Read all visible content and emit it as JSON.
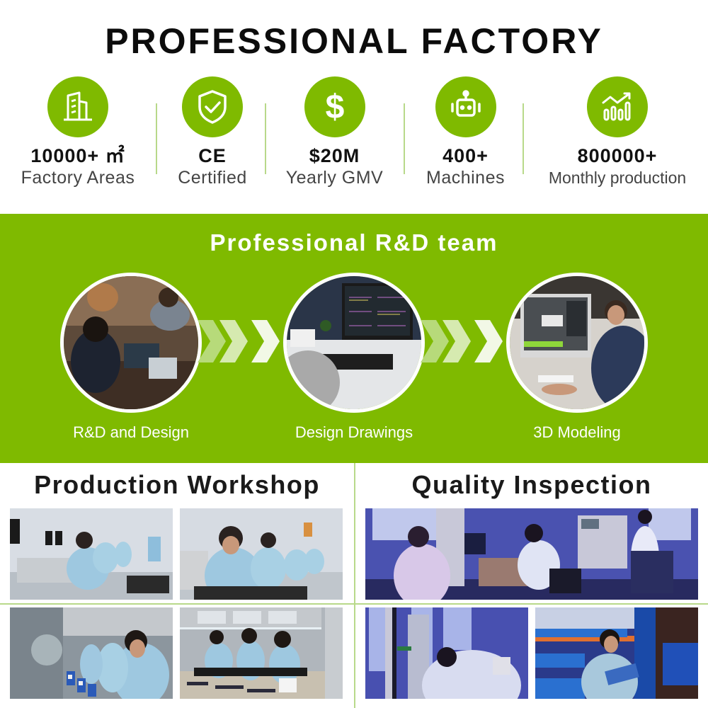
{
  "header": {
    "title": "PROFESSIONAL FACTORY"
  },
  "colors": {
    "accent": "#7fba00",
    "divider": "#b8d98a",
    "text": "#111111",
    "subtext": "#444444"
  },
  "stats": [
    {
      "icon": "building-icon",
      "value": "10000+ ㎡",
      "label": "Factory Areas"
    },
    {
      "icon": "shield-check-icon",
      "value": "CE",
      "label": "Certified"
    },
    {
      "icon": "dollar-icon",
      "value": "$20M",
      "label": "Yearly GMV"
    },
    {
      "icon": "robot-icon",
      "value": "400+",
      "label": "Machines"
    },
    {
      "icon": "growth-chart-icon",
      "value": "800000+",
      "label": "Monthly production"
    }
  ],
  "rd": {
    "title": "Professional R&D team",
    "steps": [
      {
        "label": "R&D and Design",
        "photo": "team-working-on-laptops"
      },
      {
        "label": "Design Drawings",
        "photo": "cad-drawings-on-monitor"
      },
      {
        "label": "3D Modeling",
        "photo": "designer-3d-modeling"
      }
    ]
  },
  "workshop": {
    "title": "Production Workshop",
    "photos": [
      "sewing-workers-1",
      "sewing-workers-2",
      "assembly-line-workers",
      "production-table-workers"
    ]
  },
  "quality": {
    "title": "Quality Inspection",
    "photos": [
      "lab-testing-staff",
      "tensile-tester",
      "warehouse-inspection"
    ]
  }
}
